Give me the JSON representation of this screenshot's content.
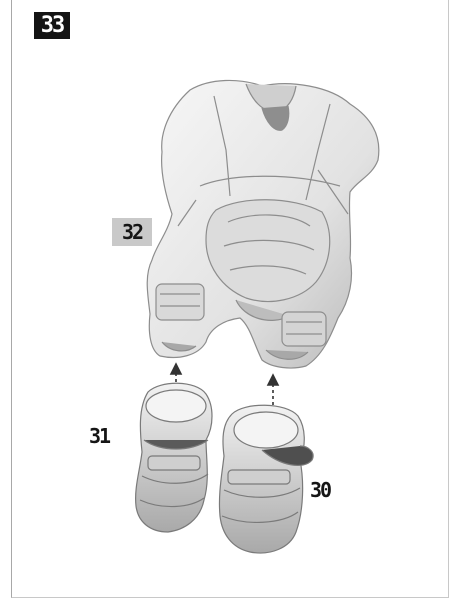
{
  "step": {
    "number": "33"
  },
  "parts": {
    "torso": "32",
    "left_boot": "31",
    "right_boot": "30"
  },
  "colors": {
    "badge": "#141414",
    "label_bg": "#c9c9c9",
    "model": "#e8e8e8",
    "shade": "#9a9a9a"
  }
}
